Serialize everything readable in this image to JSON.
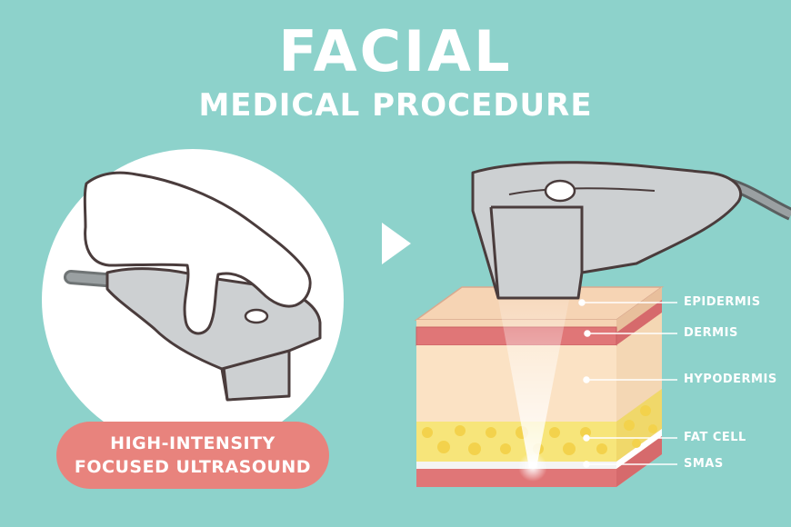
{
  "header": {
    "title": "FACIAL",
    "subtitle": "MEDICAL PROCEDURE"
  },
  "badge": {
    "line1": "HIGH-INTENSITY",
    "line2": "FOCUSED ULTRASOUND"
  },
  "layers": {
    "epidermis": "EPIDERMIS",
    "dermis": "DERMIS",
    "hypodermis": "HYPODERMIS",
    "fat_cell": "FAT CELL",
    "smas": "SMAS"
  },
  "colors": {
    "background": "#8dd2cb",
    "badge": "#e8837d",
    "device": "#cdd0d2",
    "epidermis": "#f6d4b4",
    "dermis": "#e07677",
    "hypodermis": "#fbe2c4",
    "fat": "#f7e57a",
    "smas": "#e07677"
  },
  "icons": [
    "arrow-right-icon",
    "hand-holding-device-icon",
    "ultrasound-device-icon"
  ]
}
